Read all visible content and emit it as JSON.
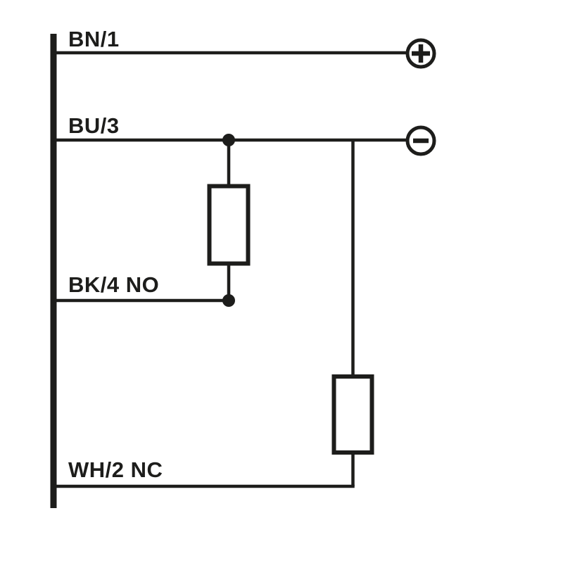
{
  "diagram": {
    "background_color": "#ffffff",
    "line_color": "#1d1d1b",
    "wires": [
      {
        "label": "BN/1",
        "terminal": "plus"
      },
      {
        "label": "BU/3",
        "terminal": "minus"
      },
      {
        "label": "BK/4 NO",
        "terminal": null
      },
      {
        "label": "WH/2 NC",
        "terminal": null
      }
    ],
    "terminals": {
      "plus_symbol": "+",
      "minus_symbol": "−"
    },
    "loads": [
      {
        "name": "load-1"
      },
      {
        "name": "load-2"
      }
    ]
  }
}
